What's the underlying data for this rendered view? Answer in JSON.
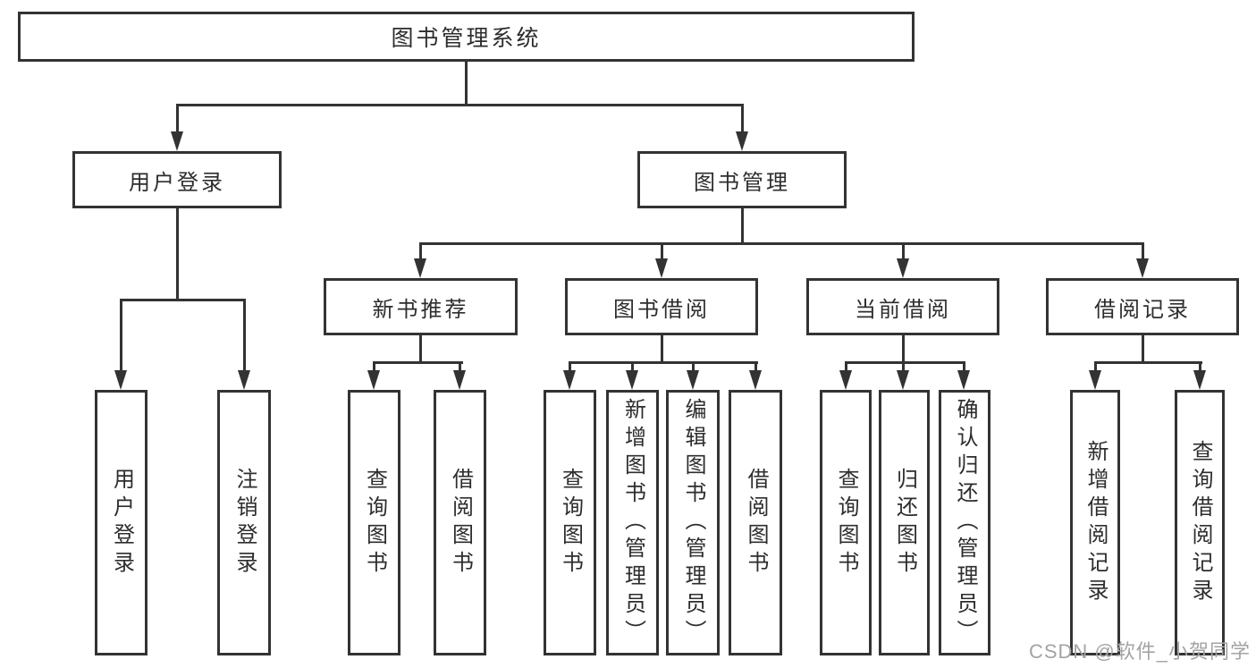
{
  "nodes": {
    "root": "图书管理系统",
    "user_login": "用户登录",
    "book_management": "图书管理",
    "new_book_recommendation": "新书推荐",
    "book_borrowing": "图书借阅",
    "current_borrowing": "当前借阅",
    "borrowing_records": "借阅记录"
  },
  "leaves": {
    "user_login": [
      "用户登录",
      "注销登录"
    ],
    "new_book_recommendation": [
      "查询图书",
      "借阅图书"
    ],
    "book_borrowing": [
      "查询图书",
      "新增图书（管理员）",
      "编辑图书（管理员）",
      "借阅图书"
    ],
    "current_borrowing": [
      "查询图书",
      "归还图书",
      "确认归还（管理员）"
    ],
    "borrowing_records": [
      "新增借阅记录",
      "查询借阅记录"
    ]
  },
  "watermark": "CSDN @软件_小贺同学",
  "colors": {
    "ink": "#333333",
    "text": "#2d2d2d",
    "watermark": "#a3a3a3",
    "background": "#ffffff"
  }
}
